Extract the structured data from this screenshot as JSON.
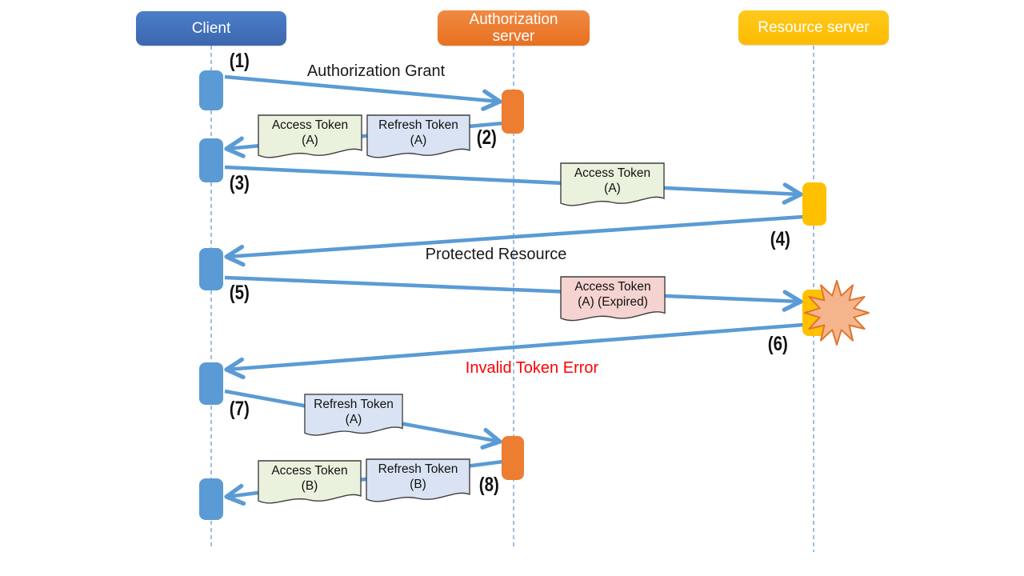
{
  "diagram_type": "sequence",
  "actors": [
    {
      "label": "Client",
      "color": "#4472C4"
    },
    {
      "label": "Authorization server",
      "color": "#ED7D31"
    },
    {
      "label": "Resource server",
      "color": "#FFC000"
    }
  ],
  "sequence": [
    {
      "step": "(1)",
      "from": "Client",
      "to": "Authorization server",
      "label": "Authorization Grant"
    },
    {
      "step": "(2)",
      "from": "Authorization server",
      "to": "Client",
      "attachments": [
        "Access Token (A)",
        "Refresh Token (A)"
      ]
    },
    {
      "step": "(3)",
      "from": "Client",
      "to": "Resource server",
      "attachments": [
        "Access Token (A)"
      ]
    },
    {
      "step": "(4)",
      "from": "Resource server",
      "to": "Client",
      "label": "Protected Resource"
    },
    {
      "step": "(5)",
      "from": "Client",
      "to": "Resource server",
      "attachments": [
        "Access Token (A) (Expired)"
      ]
    },
    {
      "step": "(6)",
      "from": "Resource server",
      "to": "Client",
      "label": "Invalid Token Error",
      "label_color": "#FF0000",
      "event": "error-burst"
    },
    {
      "step": "(7)",
      "from": "Client",
      "to": "Authorization server",
      "attachments": [
        "Refresh Token (A)"
      ]
    },
    {
      "step": "(8)",
      "from": "Authorization server",
      "to": "Client",
      "attachments": [
        "Access Token (B)",
        "Refresh Token (B)"
      ]
    }
  ],
  "labels": {
    "authorization_grant": "Authorization Grant",
    "protected_resource": "Protected Resource",
    "invalid_token_error": "Invalid Token Error"
  },
  "notes": [
    {
      "line1": "Access Token",
      "line2": "(A)",
      "fill": "#EAF1DD"
    },
    {
      "line1": "Refresh Token",
      "line2": "(A)",
      "fill": "#DAE3F3"
    },
    {
      "line1": "Access Token",
      "line2": "(A)",
      "fill": "#EAF1DD"
    },
    {
      "line1": "Access Token",
      "line2": "(A) (Expired)",
      "fill": "#F5D3D0"
    },
    {
      "line1": "Refresh Token",
      "line2": "(A)",
      "fill": "#DAE3F3"
    },
    {
      "line1": "Access Token",
      "line2": "(B)",
      "fill": "#EAF1DD"
    },
    {
      "line1": "Refresh Token",
      "line2": "(B)",
      "fill": "#DAE3F3"
    }
  ],
  "colors": {
    "arrow": "#5B9BD5",
    "lifeline": "#85AEDC",
    "client_activation": "#5B9BD5",
    "auth_activation": "#ED7D31",
    "resource_activation": "#FFC000",
    "explosion_fill": "#F5B58C",
    "explosion_stroke": "#E0752E",
    "error_text": "#FF0000"
  }
}
